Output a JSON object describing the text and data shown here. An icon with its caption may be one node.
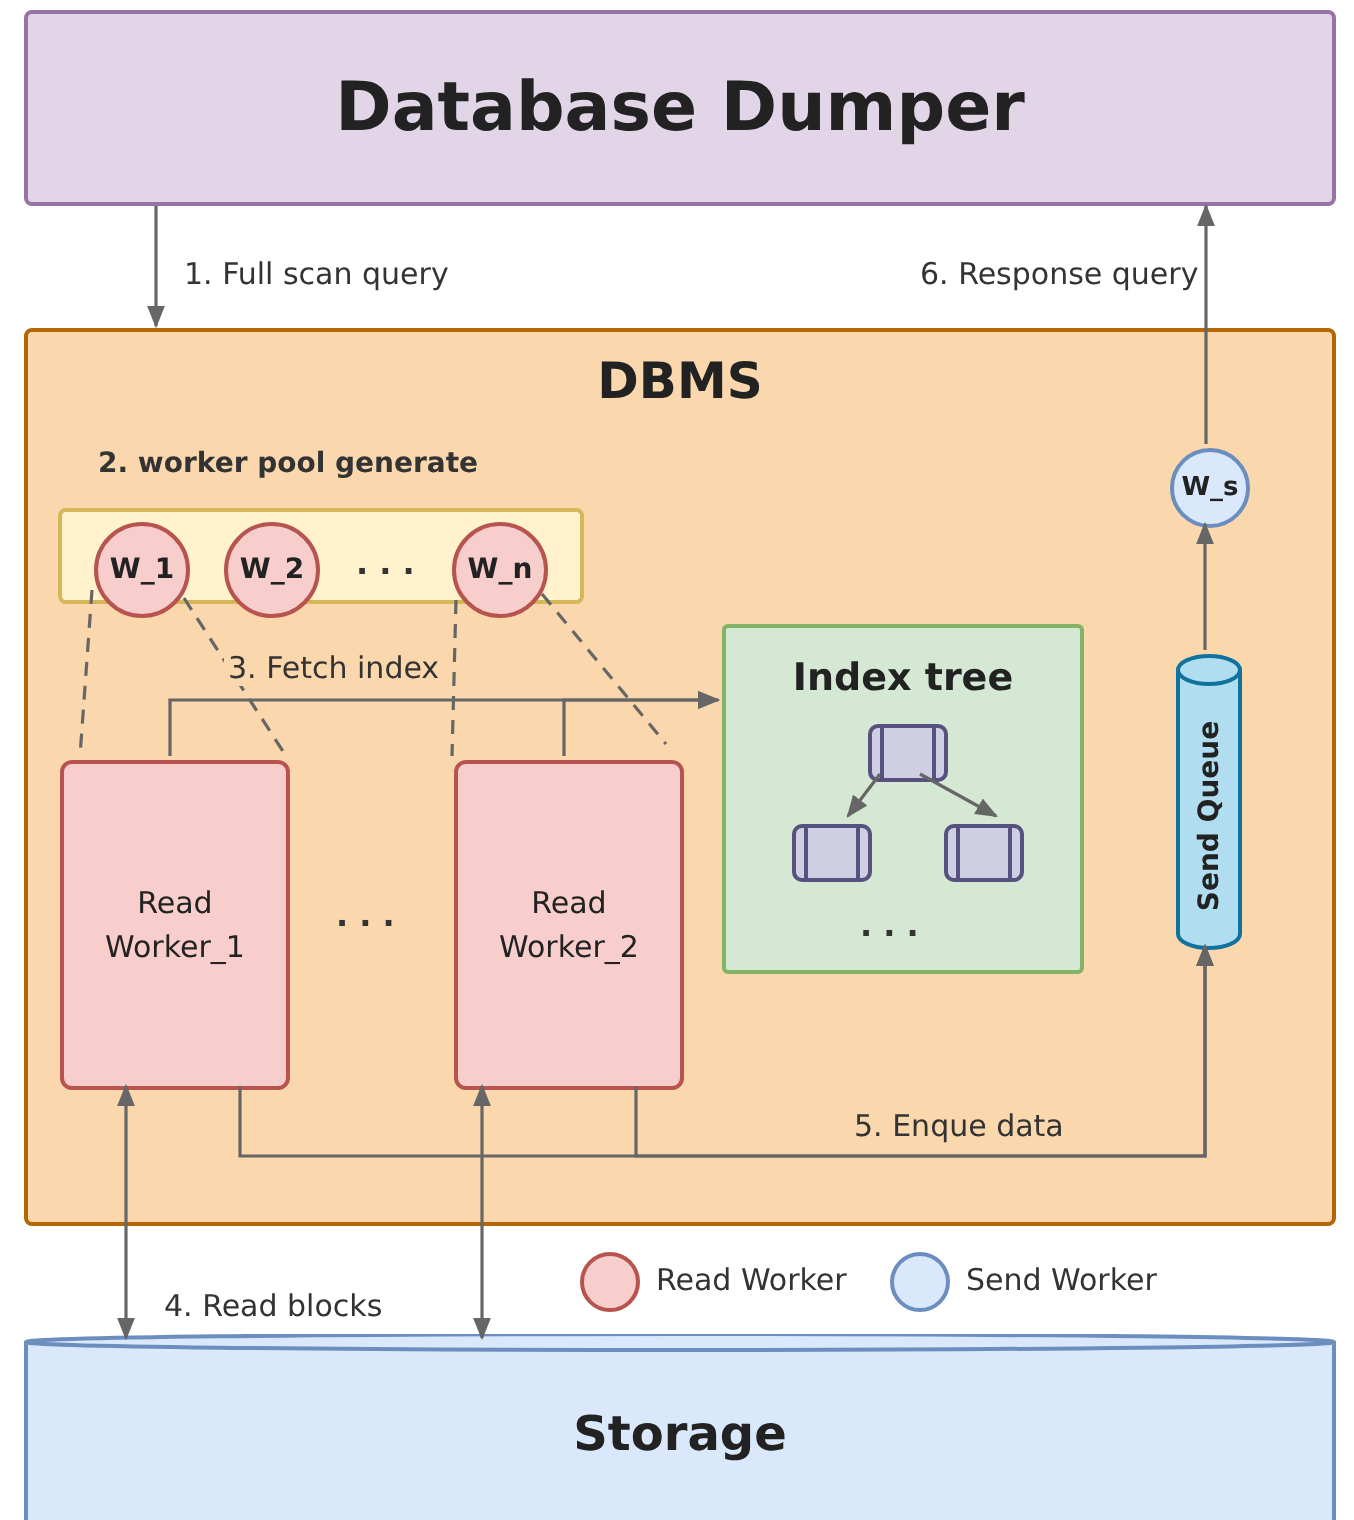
{
  "diagram": {
    "nodes": [
      {
        "text": [
          "Database Dumper"
        ]
      },
      {
        "text": [
          "DBMS"
        ]
      },
      {
        "text": [
          "2. worker pool generate"
        ],
        "in": 1
      },
      {
        "text": [
          "W_1"
        ],
        "in": 2
      },
      {
        "text": [
          "W_2"
        ],
        "in": 2
      },
      {
        "text": [
          "W_n"
        ],
        "in": 2
      },
      {
        "text": [
          "Read Worker_1"
        ],
        "in": 1
      },
      {
        "text": [
          "Read Worker_2"
        ],
        "in": 1
      },
      {
        "text": [
          "Index tree"
        ],
        "in": 1
      },
      {
        "text": [],
        "shape": "box",
        "in": 8
      },
      {
        "text": [],
        "shape": "box",
        "in": 8
      },
      {
        "text": [],
        "shape": "box",
        "in": 8
      },
      {
        "text": [
          "Send Queue"
        ],
        "in": 1
      },
      {
        "text": [
          "W_s"
        ],
        "in": 1
      },
      {
        "text": [
          "Storage"
        ]
      }
    ],
    "edges": [
      {
        "from": 0,
        "to": 1,
        "arrow": "to",
        "label": "1. Full scan query"
      },
      {
        "from": 6,
        "to": 8,
        "arrow": "to",
        "label": "3. Fetch index"
      },
      {
        "from": 7,
        "to": 8,
        "arrow": "to"
      },
      {
        "from": 6,
        "to": 12,
        "arrow": "to",
        "label": "5. Enque data"
      },
      {
        "from": 7,
        "to": 12,
        "arrow": "to"
      },
      {
        "from": 6,
        "to": 14,
        "arrow": "both",
        "label": "4. Read blocks"
      },
      {
        "from": 7,
        "to": 14,
        "arrow": "both"
      },
      {
        "from": 12,
        "to": 13,
        "arrow": "to"
      },
      {
        "from": 13,
        "to": 0,
        "arrow": "to",
        "label": "6. Response query"
      },
      {
        "from": 3,
        "to": 6,
        "arrow": "none",
        "style": "dashed"
      },
      {
        "from": 3,
        "to": 6,
        "arrow": "none",
        "style": "dashed"
      },
      {
        "from": 5,
        "to": 7,
        "arrow": "none",
        "style": "dashed"
      },
      {
        "from": 5,
        "to": 7,
        "arrow": "none",
        "style": "dashed"
      },
      {
        "from": 9,
        "to": 10,
        "arrow": "to"
      },
      {
        "from": 9,
        "to": 11,
        "arrow": "to"
      }
    ],
    "labels": [
      ". . .",
      ". . .",
      ". . ."
    ],
    "legend": [
      {
        "text": "Read Worker",
        "color": "#f8cecc"
      },
      {
        "text": "Send Worker",
        "color": "#dae8fc"
      }
    ]
  }
}
